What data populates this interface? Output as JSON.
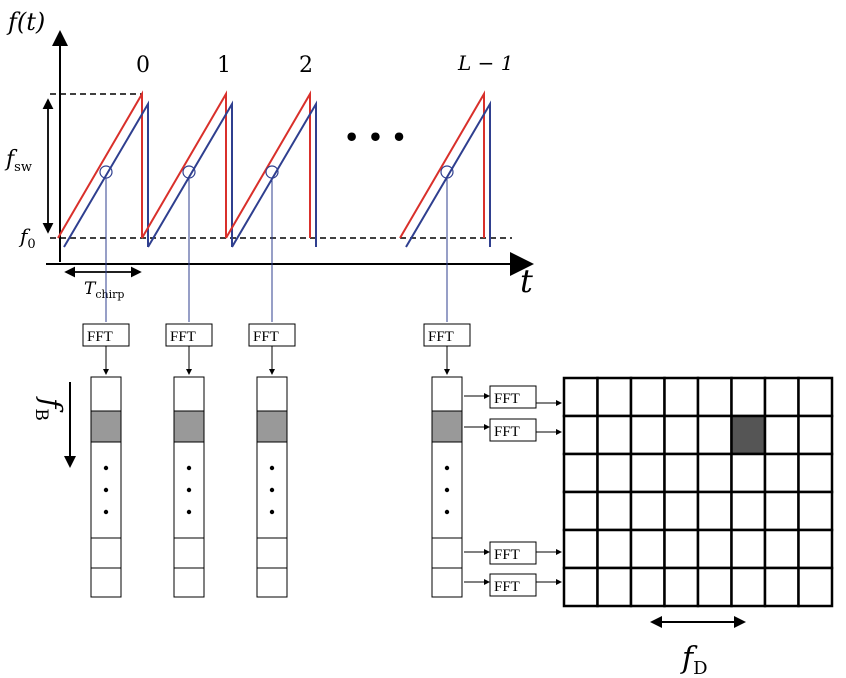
{
  "axes": {
    "y_label": "f(t)",
    "x_label": "t",
    "f0_label": "f",
    "f0_sub": "0",
    "fsw_label": "f",
    "fsw_sub": "sw",
    "tchirp_label": "T",
    "tchirp_sub": "chirp"
  },
  "chirps": {
    "index_labels": [
      "0",
      "1",
      "2",
      "L − 1"
    ],
    "ellipsis": "• • •"
  },
  "fft_label": "FFT",
  "fb_label": "f",
  "fb_sub": "B",
  "fd_label": "f",
  "fd_sub": "D",
  "grid": {
    "rows": 6,
    "cols": 8,
    "highlight": {
      "row": 1,
      "col": 5
    }
  },
  "colors": {
    "tx_chirp": "#d9302b",
    "rx_chirp": "#2f3f8f",
    "highlight_cell": "#555555",
    "fft_bin_highlight": "#999999"
  }
}
